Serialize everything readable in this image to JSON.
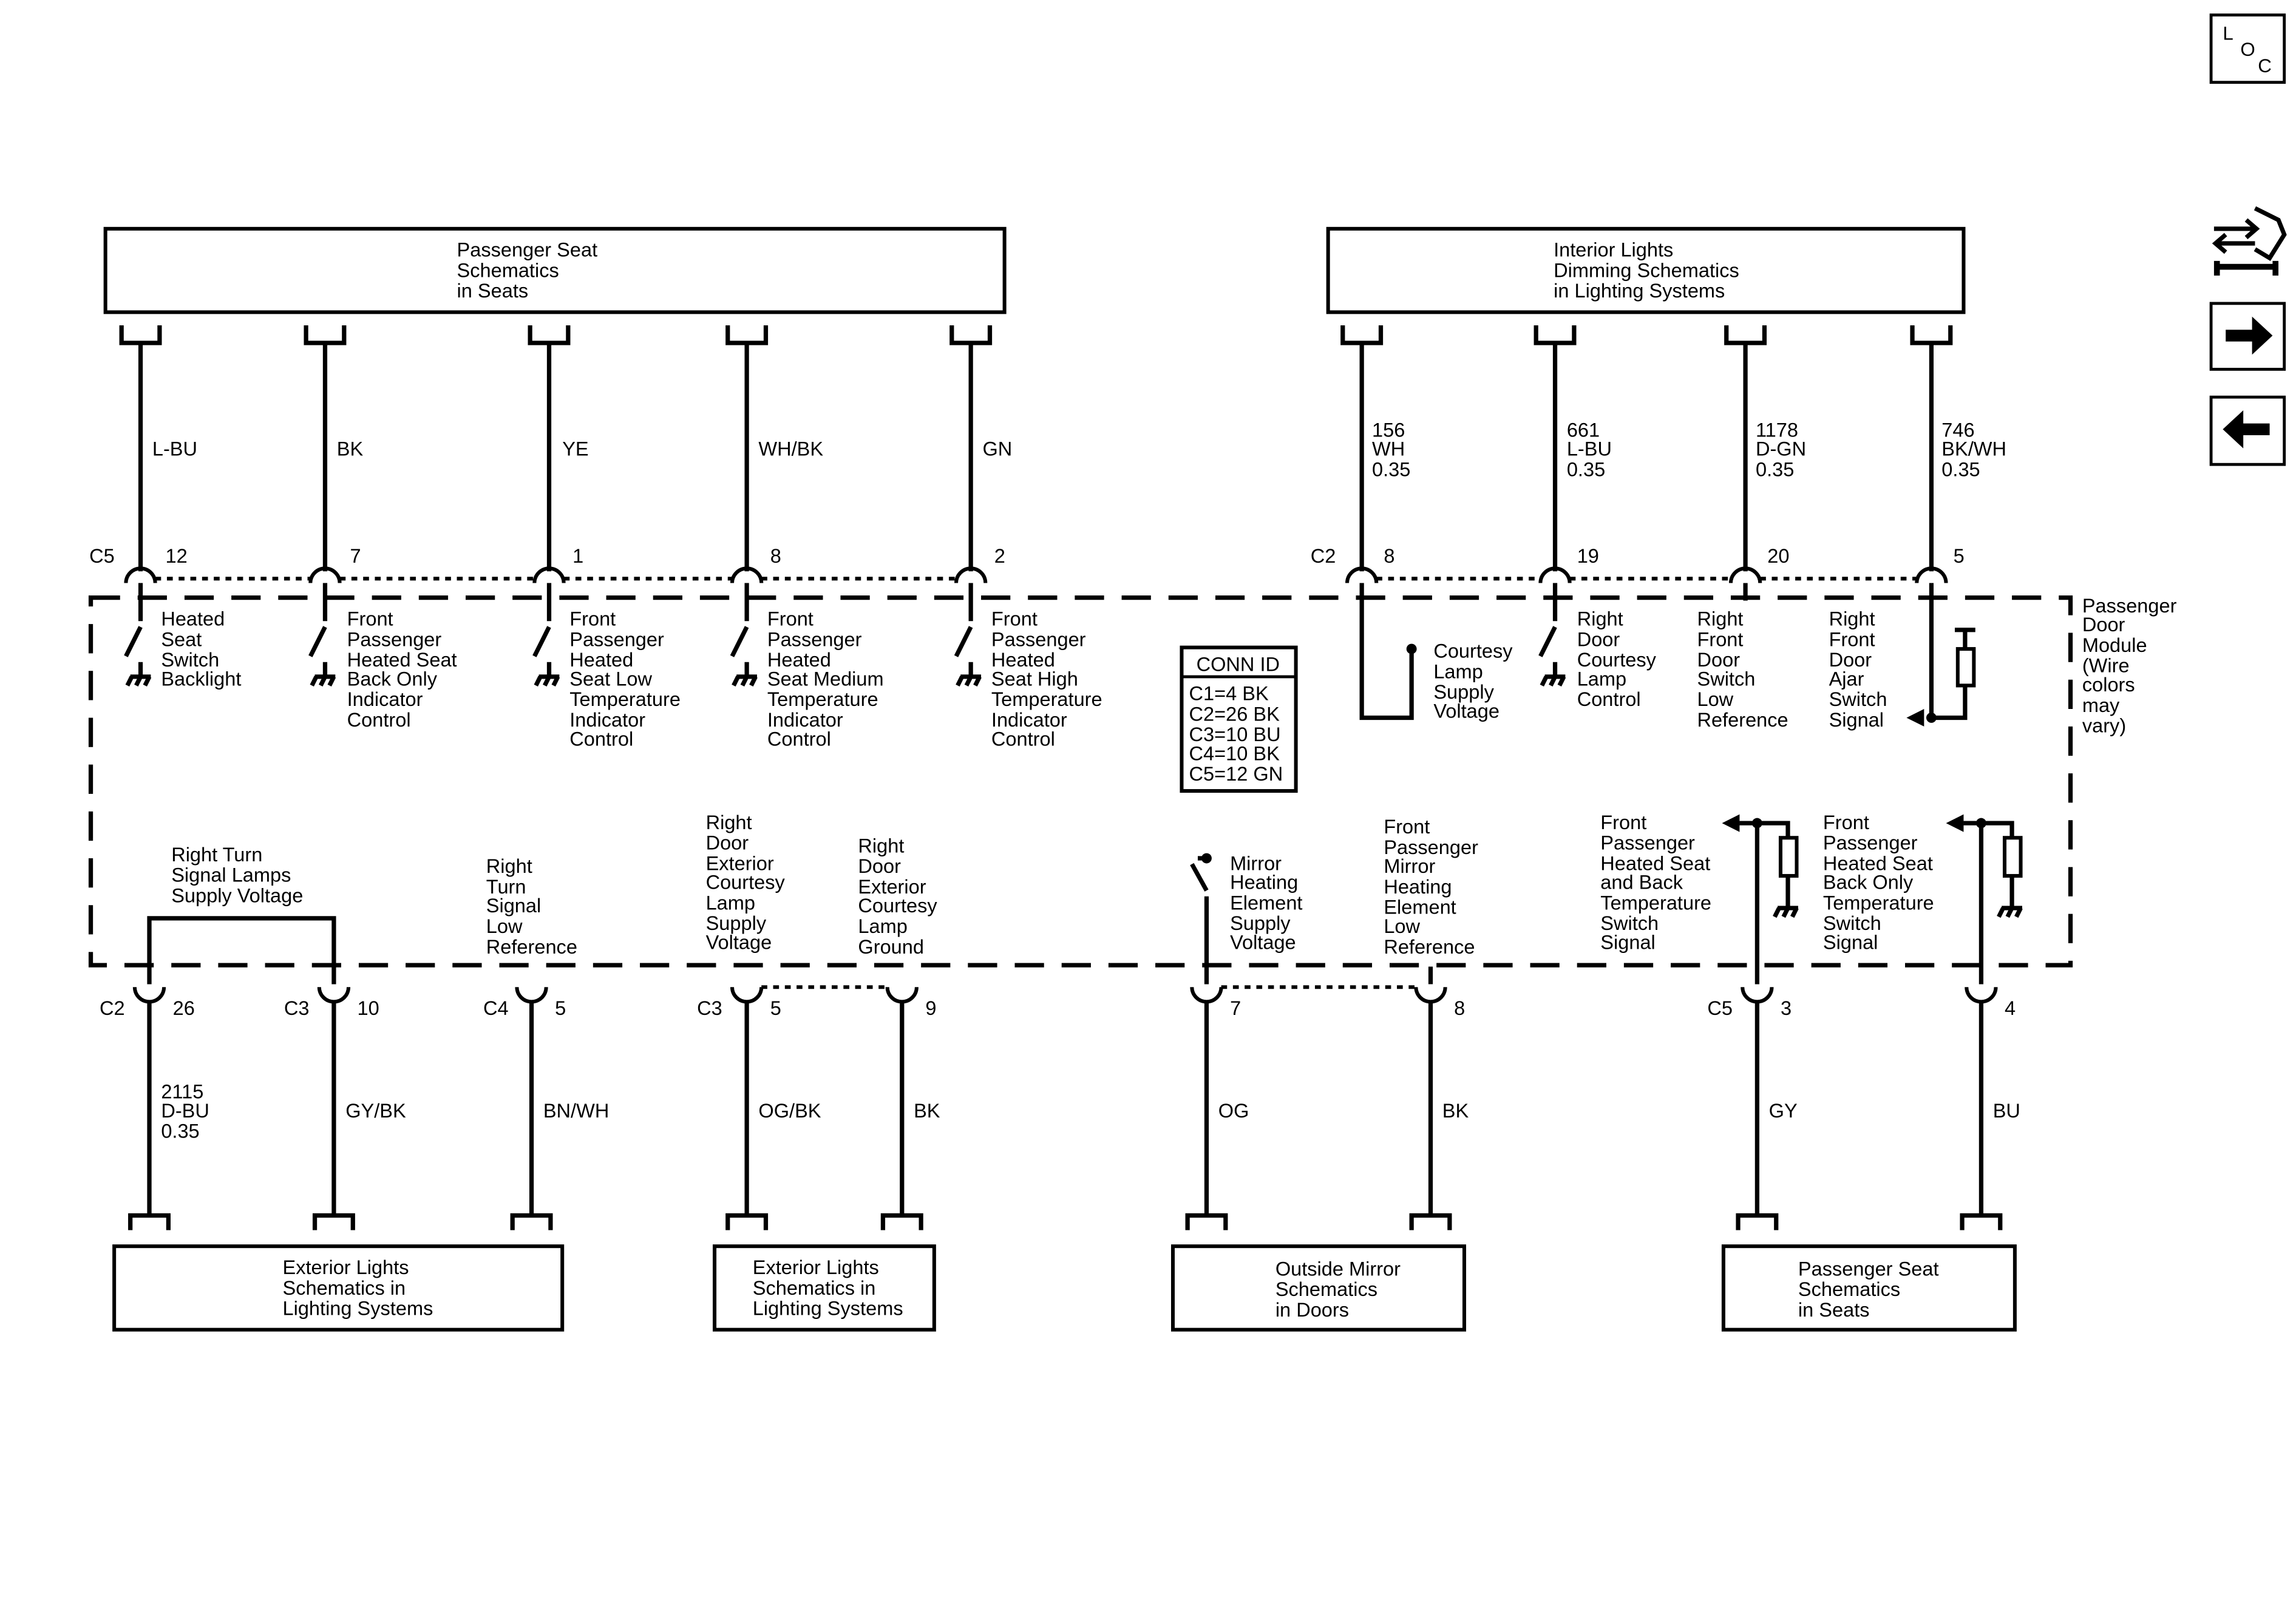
{
  "loc_icon": {
    "letters": [
      "L",
      "O",
      "C"
    ]
  },
  "nav_icons": [
    "wrench-arrows-icon",
    "arrow-right-icon",
    "arrow-left-icon"
  ],
  "top_boxes": {
    "passenger_seat": [
      "Passenger Seat",
      "Schematics",
      "in Seats"
    ],
    "interior_lights": [
      "Interior Lights",
      "Dimming Schematics",
      "in Lighting Systems"
    ]
  },
  "top_wires": {
    "w1": {
      "color": "L-BU"
    },
    "w2": {
      "color": "BK"
    },
    "w3": {
      "color": "YE"
    },
    "w4": {
      "color": "WH/BK"
    },
    "w5": {
      "color": "GN"
    },
    "w6": {
      "circuit": "156",
      "color": "WH",
      "gauge": "0.35"
    },
    "w7": {
      "circuit": "661",
      "color": "L-BU",
      "gauge": "0.35"
    },
    "w8": {
      "circuit": "1178",
      "color": "D-GN",
      "gauge": "0.35"
    },
    "w9": {
      "circuit": "746",
      "color": "BK/WH",
      "gauge": "0.35"
    }
  },
  "top_connectors": {
    "left": "C5",
    "right": "C2"
  },
  "top_pins": {
    "p1": "12",
    "p2": "7",
    "p3": "1",
    "p4": "8",
    "p5": "2",
    "p6": "8",
    "p7": "19",
    "p8": "20",
    "p9": "5"
  },
  "module": {
    "label": [
      "Passenger",
      "Door",
      "Module",
      "(Wire",
      "colors",
      "may",
      "vary)"
    ]
  },
  "top_functions": {
    "f1": [
      "Heated",
      "Seat",
      "Switch",
      "Backlight"
    ],
    "f2": [
      "Front",
      "Passenger",
      "Heated Seat",
      "Back Only",
      "Indicator",
      "Control"
    ],
    "f3": [
      "Front",
      "Passenger",
      "Heated",
      "Seat Low",
      "Temperature",
      "Indicator",
      "Control"
    ],
    "f4": [
      "Front",
      "Passenger",
      "Heated",
      "Seat Medium",
      "Temperature",
      "Indicator",
      "Control"
    ],
    "f5": [
      "Front",
      "Passenger",
      "Heated",
      "Seat High",
      "Temperature",
      "Indicator",
      "Control"
    ],
    "f6": [
      "Courtesy",
      "Lamp",
      "Supply",
      "Voltage"
    ],
    "f7": [
      "Right",
      "Door",
      "Courtesy",
      "Lamp",
      "Control"
    ],
    "f8": [
      "Right",
      "Front",
      "Door",
      "Switch",
      "Low",
      "Reference"
    ],
    "f9": [
      "Right",
      "Front",
      "Door",
      "Ajar",
      "Switch",
      "Signal"
    ]
  },
  "conn_id": {
    "title": "CONN ID",
    "rows": [
      "C1=4 BK",
      "C2=26 BK",
      "C3=10 BU",
      "C4=10 BK",
      "C5=12 GN"
    ]
  },
  "bottom_functions": {
    "b1": [
      "Right Turn",
      "Signal Lamps",
      "Supply Voltage"
    ],
    "b2": [
      "Right",
      "Turn",
      "Signal",
      "Low",
      "Reference"
    ],
    "b3": [
      "Right",
      "Door",
      "Exterior",
      "Courtesy",
      "Lamp",
      "Supply",
      "Voltage"
    ],
    "b4": [
      "Right",
      "Door",
      "Exterior",
      "Courtesy",
      "Lamp",
      "Ground"
    ],
    "b5": [
      "Mirror",
      "Heating",
      "Element",
      "Supply",
      "Voltage"
    ],
    "b6": [
      "Front",
      "Passenger",
      "Mirror",
      "Heating",
      "Element",
      "Low",
      "Reference"
    ],
    "b7": [
      "Front",
      "Passenger",
      "Heated Seat",
      "and Back",
      "Temperature",
      "Switch",
      "Signal"
    ],
    "b8": [
      "Front",
      "Passenger",
      "Heated Seat",
      "Back Only",
      "Temperature",
      "Switch",
      "Signal"
    ]
  },
  "bottom_connectors": {
    "c2": "C2",
    "c3a": "C3",
    "c4": "C4",
    "c3b": "C3",
    "c5": "C5"
  },
  "bottom_pins": {
    "q1": "26",
    "q2": "10",
    "q3": "5",
    "q4": "5",
    "q5": "9",
    "q6": "7",
    "q7": "8",
    "q8": "3",
    "q9": "4"
  },
  "bottom_wires": {
    "v1": {
      "circuit": "2115",
      "color": "D-BU",
      "gauge": "0.35"
    },
    "v2": {
      "color": "GY/BK"
    },
    "v3": {
      "color": "BN/WH"
    },
    "v4": {
      "color": "OG/BK"
    },
    "v5": {
      "color": "BK"
    },
    "v6": {
      "color": "OG"
    },
    "v7": {
      "color": "BK"
    },
    "v8": {
      "color": "GY"
    },
    "v9": {
      "color": "BU"
    }
  },
  "bottom_boxes": {
    "ext1": [
      "Exterior Lights",
      "Schematics in",
      "Lighting Systems"
    ],
    "ext2": [
      "Exterior Lights",
      "Schematics in",
      "Lighting Systems"
    ],
    "mirror": [
      "Outside Mirror",
      "Schematics",
      "in Doors"
    ],
    "seat": [
      "Passenger Seat",
      "Schematics",
      "in Seats"
    ]
  }
}
